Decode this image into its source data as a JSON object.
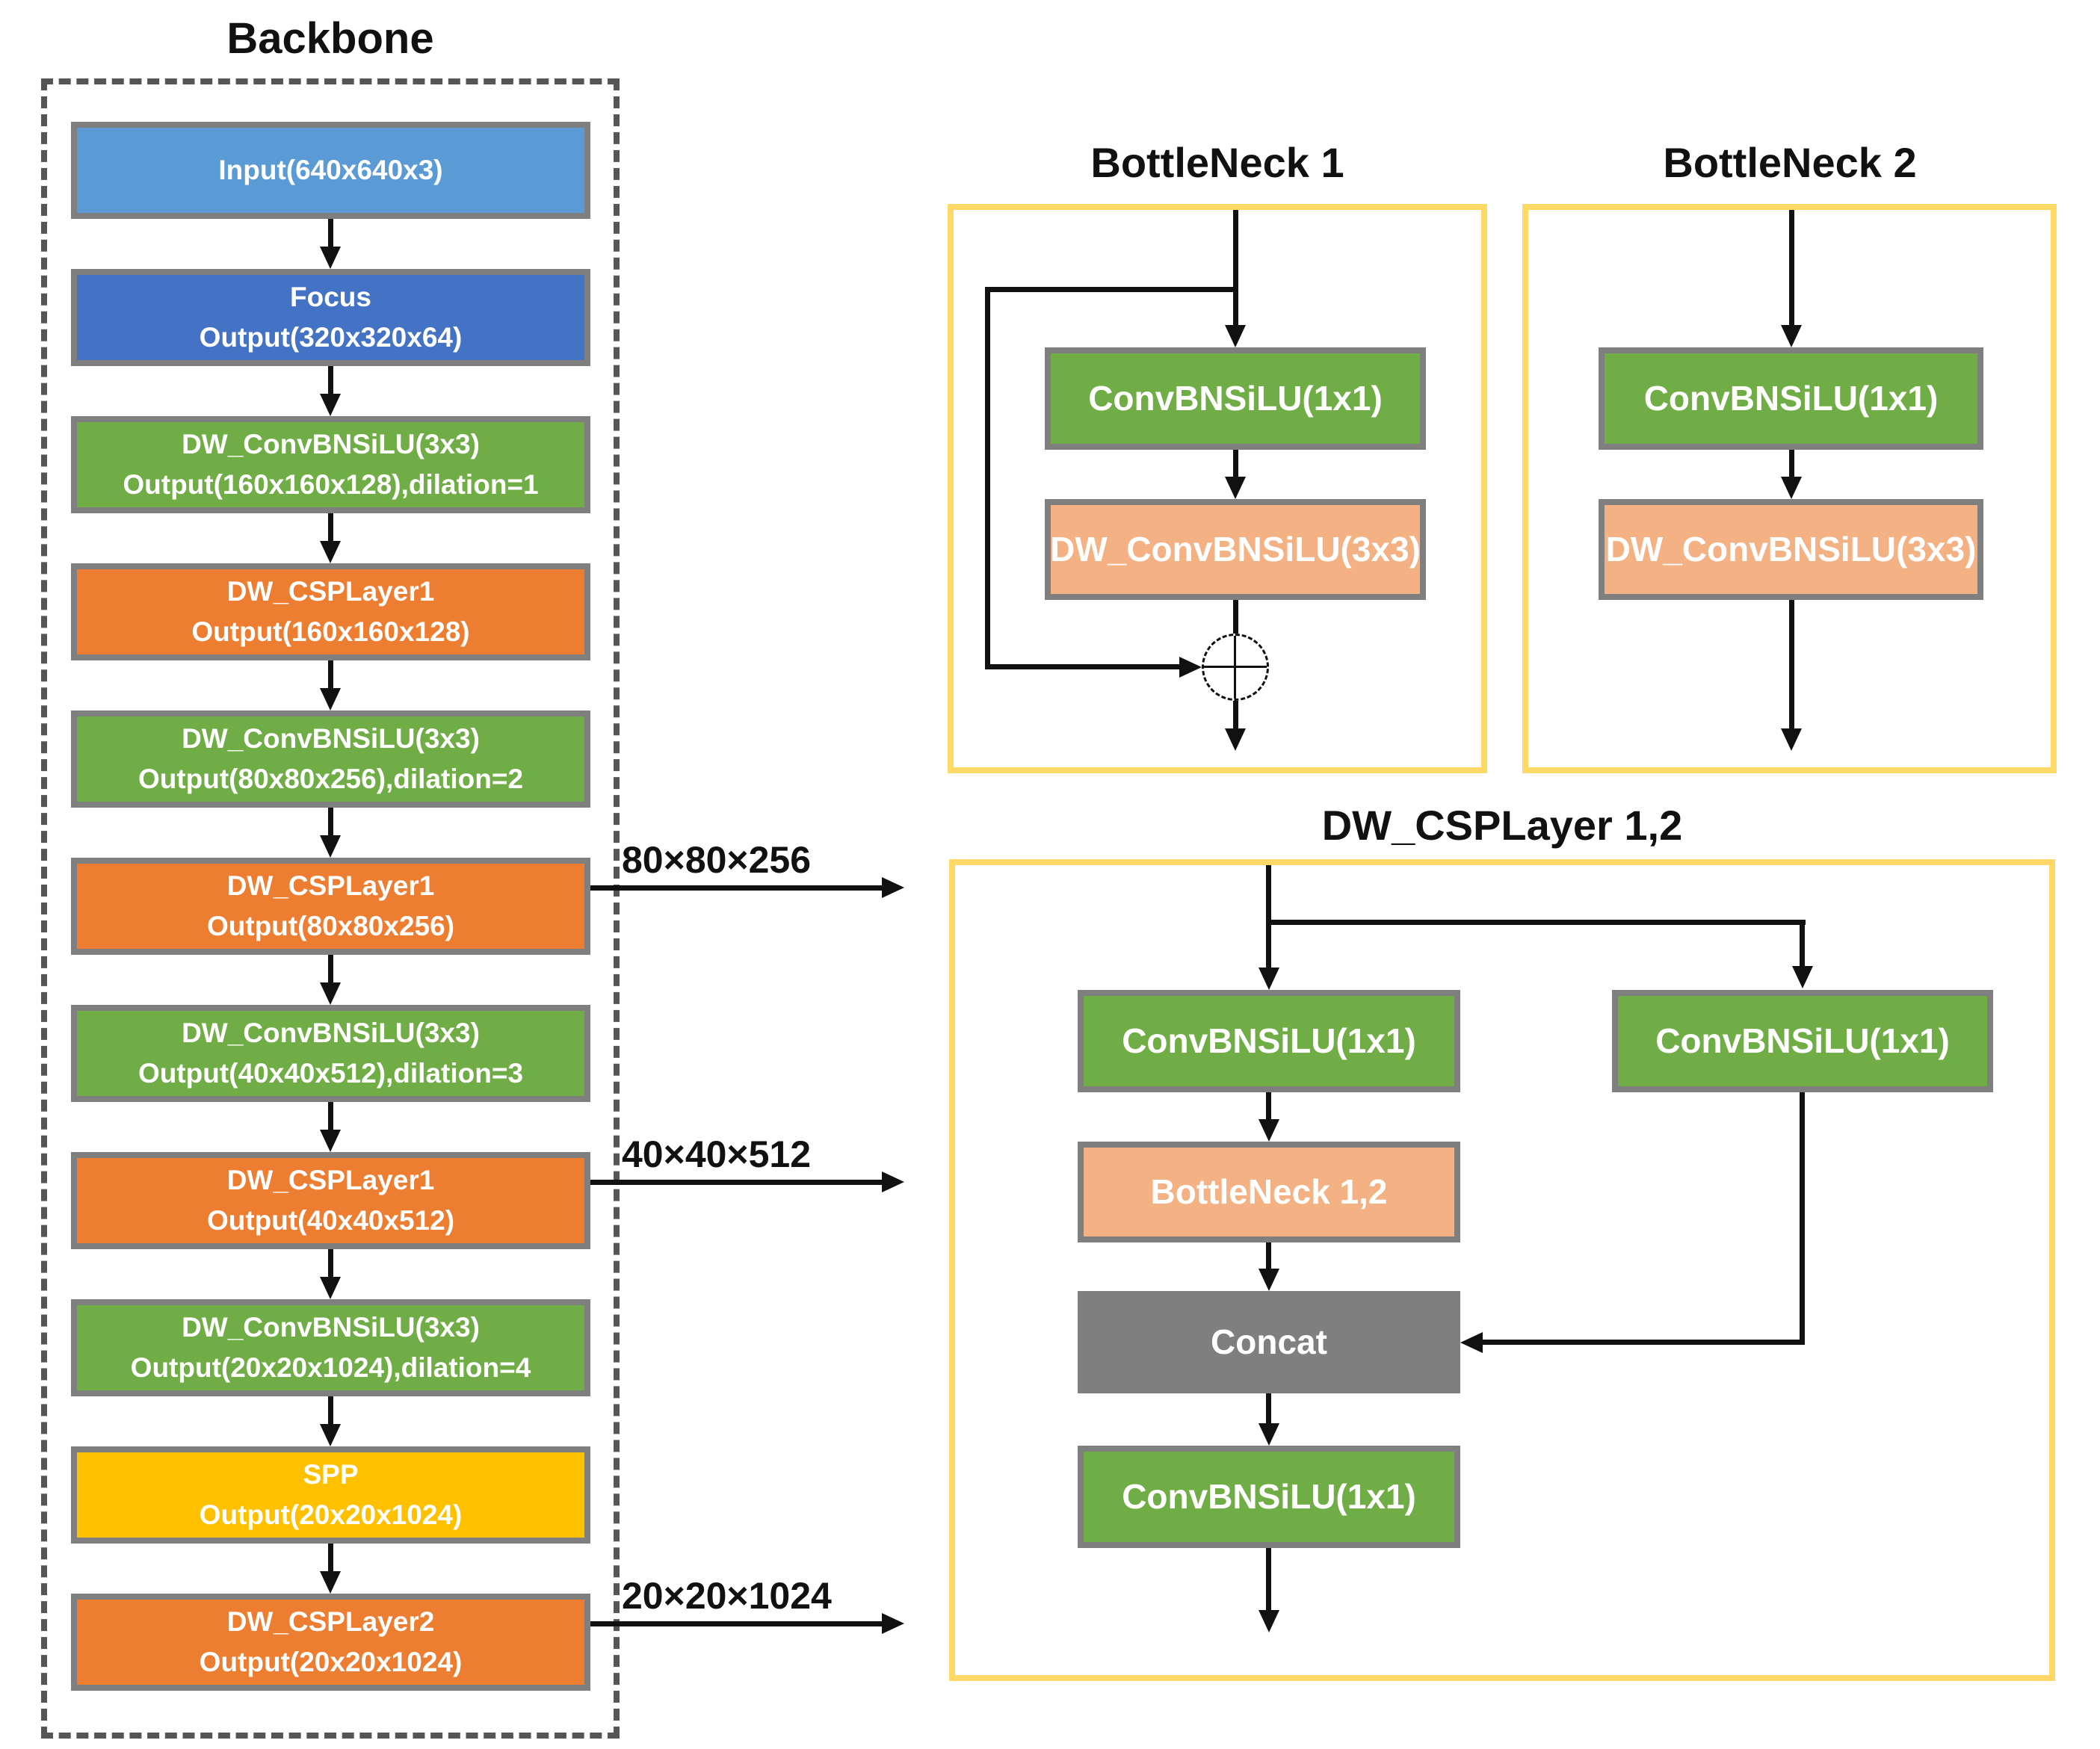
{
  "backbone": {
    "title": "Backbone",
    "blocks": [
      {
        "line1": "Input(640x640x3)",
        "line2": ""
      },
      {
        "line1": "Focus",
        "line2": "Output(320x320x64)"
      },
      {
        "line1": "DW_ConvBNSiLU(3x3)",
        "line2": "Output(160x160x128),dilation=1"
      },
      {
        "line1": "DW_CSPLayer1",
        "line2": "Output(160x160x128)"
      },
      {
        "line1": "DW_ConvBNSiLU(3x3)",
        "line2": "Output(80x80x256),dilation=2"
      },
      {
        "line1": "DW_CSPLayer1",
        "line2": "Output(80x80x256)"
      },
      {
        "line1": "DW_ConvBNSiLU(3x3)",
        "line2": "Output(40x40x512),dilation=3"
      },
      {
        "line1": "DW_CSPLayer1",
        "line2": "Output(40x40x512)"
      },
      {
        "line1": "DW_ConvBNSiLU(3x3)",
        "line2": "Output(20x20x1024),dilation=4"
      },
      {
        "line1": "SPP",
        "line2": "Output(20x20x1024)"
      },
      {
        "line1": "DW_CSPLayer2",
        "line2": "Output(20x20x1024)"
      }
    ],
    "outputs": [
      "80×80×256",
      "40×40×512",
      "20×20×1024"
    ]
  },
  "bottleneck1": {
    "title": "BottleNeck 1",
    "conv1": "ConvBNSiLU(1x1)",
    "conv2": "DW_ConvBNSiLU(3x3)"
  },
  "bottleneck2": {
    "title": "BottleNeck 2",
    "conv1": "ConvBNSiLU(1x1)",
    "conv2": "DW_ConvBNSiLU(3x3)"
  },
  "csplayer": {
    "title": "DW_CSPLayer 1,2",
    "conv_left": "ConvBNSiLU(1x1)",
    "conv_right": "ConvBNSiLU(1x1)",
    "bottleneck": "BottleNeck 1,2",
    "concat": "Concat",
    "conv_out": "ConvBNSiLU(1x1)"
  },
  "colors": {
    "input_blue": "#5B9BD5",
    "focus_blue": "#4472C4",
    "conv_green": "#70AD47",
    "csp_orange": "#ED7D31",
    "spp_yellow": "#FFC000",
    "bottleneck_salmon": "#F4B183",
    "concat_gray": "#7F7F7F",
    "container_yellow_border": "#FFD966",
    "dashed_border_gray": "#555555",
    "node_border_gray": "#7F7F7F",
    "line_black": "#111111"
  }
}
